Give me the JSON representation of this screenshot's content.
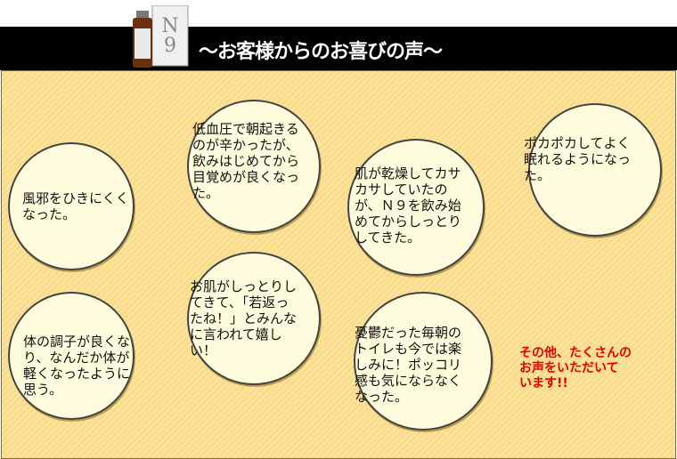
{
  "header": {
    "title": "～お客様からのお喜びの声～",
    "product_label": "N9"
  },
  "testimonials": [
    "風邪をひきにくく\nなった。",
    "低血圧で朝起きる\nのが辛かったが、\n飲みはじめてから\n目覚めが良くなっ\nた。",
    "肌が乾燥してカサ\nカサしていたの\nが、Ｎ９を飲み始\nめてからしっとり\nしてきた。",
    "ポカポカしてよく\n眠れるようになっ\nた。",
    "体の調子が良くな\nり、なんだか体が\n軽くなったように\n思う。",
    "お肌がしっとりし\nてきて、「若返っ\nたね！」とみんな\nに言われて嬉し\nい！",
    "憂鬱だった毎朝の\nトイレも今では楽\nしみに！ポッコリ\n感も気にならなく\nなった。"
  ],
  "note": "その他、たくさんの\nお声をいただいて\nいます!!"
}
